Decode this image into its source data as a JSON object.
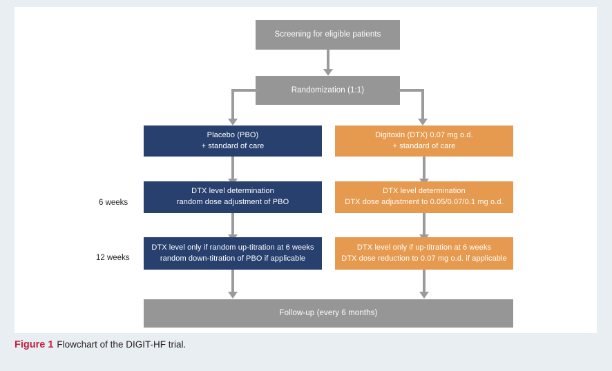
{
  "figure": {
    "label": "Figure 1",
    "caption": "Flowchart of the DIGIT-HF trial."
  },
  "colors": {
    "gray": "#969696",
    "navy": "#27406e",
    "orange": "#e59a4f",
    "arrow": "#9b9b9b",
    "page_background": "#e8eef2",
    "canvas_background": "#ffffff",
    "caption_accent": "#c3203f"
  },
  "flowchart": {
    "type": "flowchart",
    "nodes": {
      "screening": {
        "text": "Screening for eligible patients",
        "color": "gray"
      },
      "randomization": {
        "text": "Randomization (1:1)",
        "color": "gray"
      },
      "placebo_arm": {
        "line1": "Placebo (PBO)",
        "line2": "+ standard of care",
        "color": "navy"
      },
      "digitoxin_arm": {
        "line1": "Digitoxin (DTX) 0.07 mg o.d.",
        "line2": "+ standard of care",
        "color": "orange"
      },
      "placebo_6w": {
        "line1": "DTX level determination",
        "line2": "random dose adjustment of PBO",
        "color": "navy"
      },
      "digitoxin_6w": {
        "line1": "DTX level determination",
        "line2": "DTX dose adjustment to 0.05/0.07/0.1 mg o.d.",
        "color": "orange"
      },
      "placebo_12w": {
        "line1": "DTX level only if random up-titration at 6 weeks",
        "line2": "random down-titration of PBO if applicable",
        "color": "navy"
      },
      "digitoxin_12w": {
        "line1": "DTX level only if up-titration at 6 weeks",
        "line2": "DTX dose reduction to 0.07 mg o.d. if applicable",
        "color": "orange"
      },
      "followup": {
        "text": "Follow-up (every 6 months)",
        "color": "gray"
      }
    },
    "timeline_labels": {
      "six_weeks": "6 weeks",
      "twelve_weeks": "12 weeks"
    }
  }
}
